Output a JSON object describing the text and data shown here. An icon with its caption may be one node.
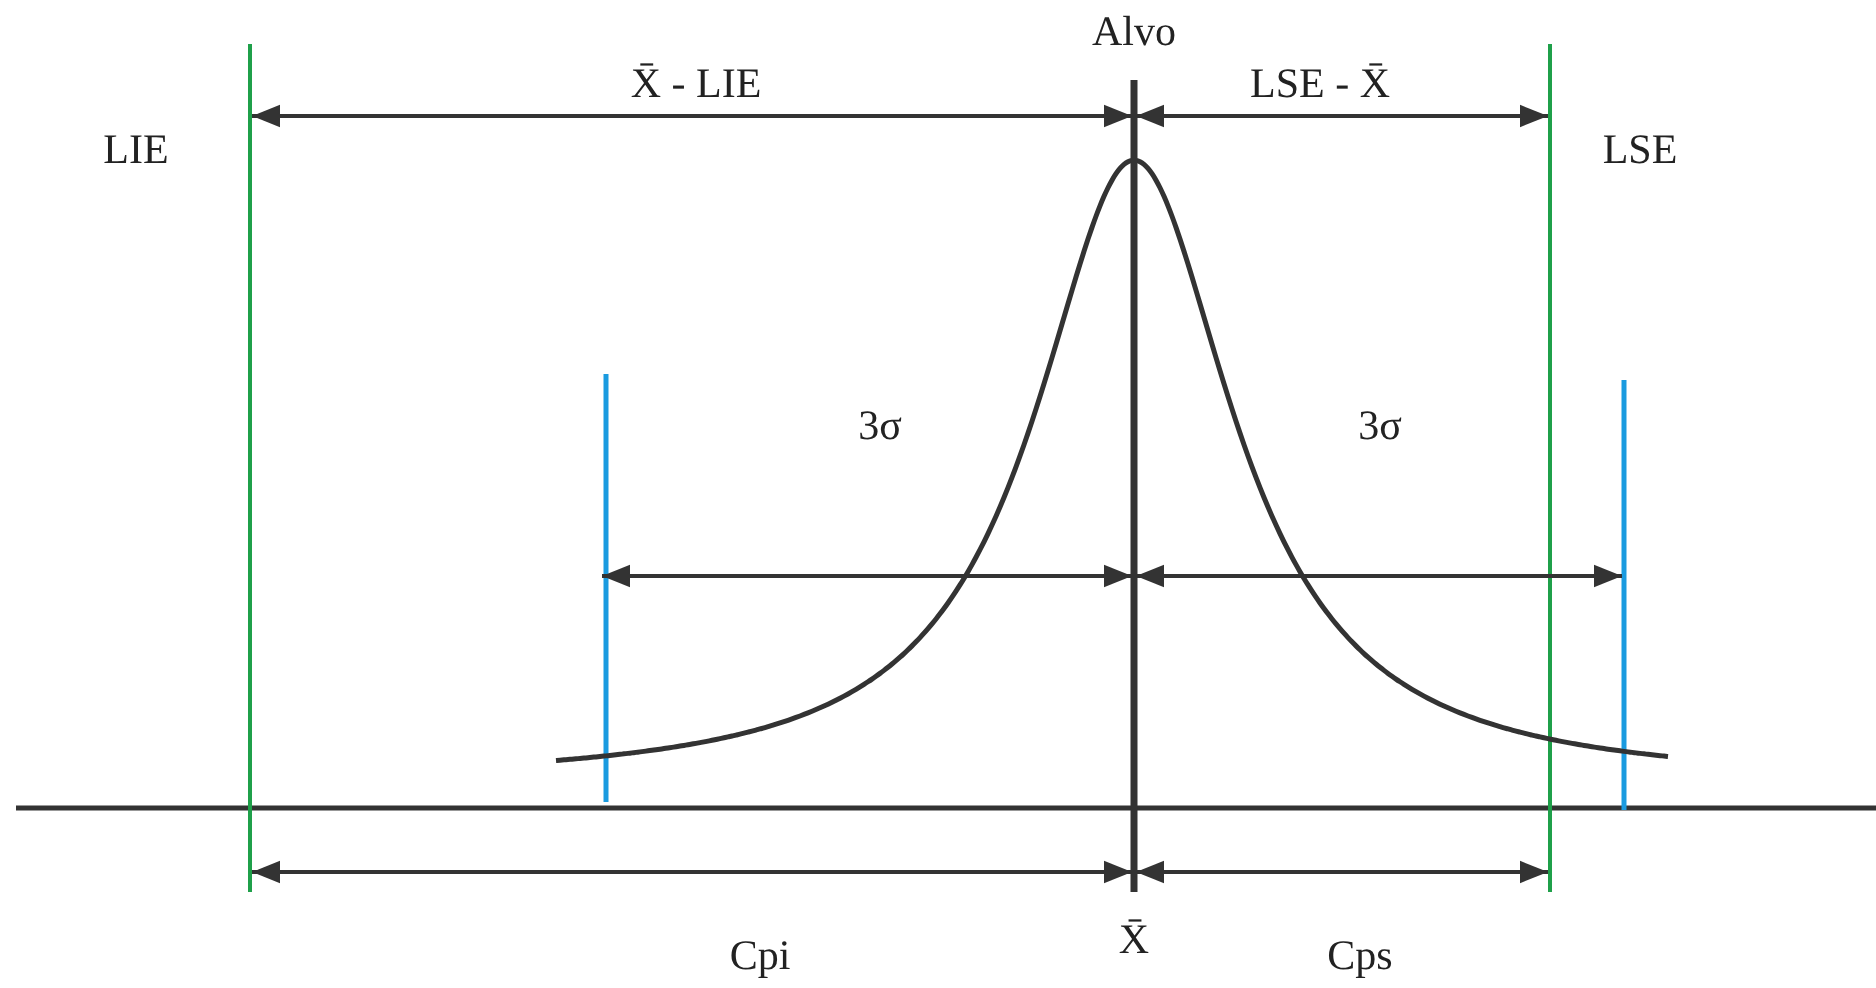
{
  "diagram": {
    "labels": [
      "LIE",
      "X̄ - LIE",
      "Alvo",
      "LSE - X̄",
      "LSE",
      "3σ",
      "3σ",
      "Cpi",
      "X̄",
      "Cps"
    ]
  }
}
